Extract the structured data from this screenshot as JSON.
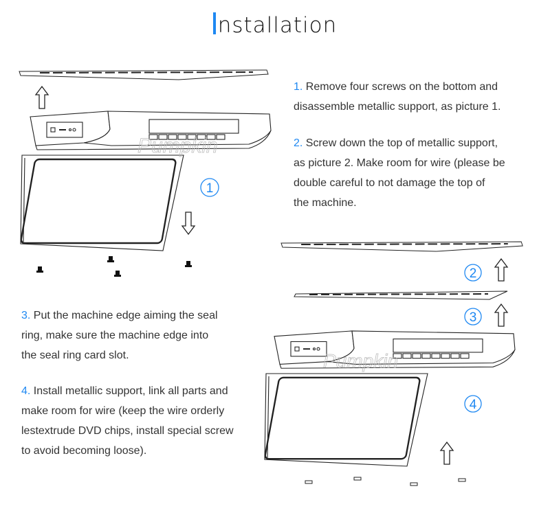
{
  "title": {
    "first_letter": "I",
    "rest": "nstallation"
  },
  "accent_color": "#1e88f2",
  "steps": [
    {
      "number": "1.",
      "lines": [
        "Remove four screws on the bottom and",
        "disassemble metallic support, as picture 1."
      ]
    },
    {
      "number": "2.",
      "lines": [
        "Screw down the top of metallic support,",
        "as picture 2. Make room for wire (please be",
        "double careful to not damage the top of",
        "the machine."
      ]
    },
    {
      "number": "3.",
      "lines": [
        "Put the machine edge aiming the seal",
        "ring, make sure the machine edge into",
        "the seal ring card slot."
      ]
    },
    {
      "number": "4.",
      "lines": [
        "Install metallic support, link all parts and",
        "make room for wire (keep the wire orderly",
        "lestextrude DVD chips, install special screw",
        "to avoid becoming loose)."
      ]
    }
  ],
  "picture_labels": [
    "1",
    "2",
    "3",
    "4"
  ],
  "watermark": "Pumpkin"
}
